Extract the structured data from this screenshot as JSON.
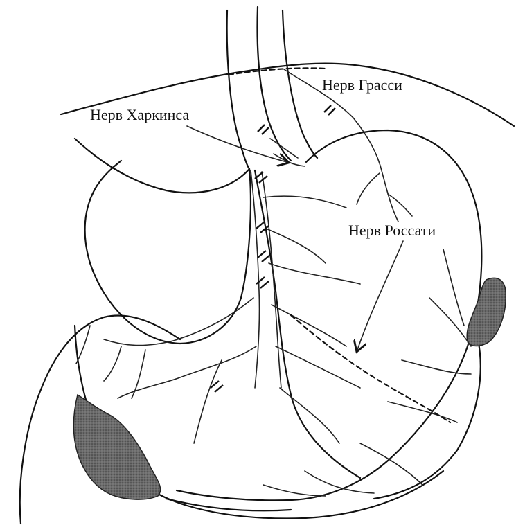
{
  "labels": {
    "grassi": "Нерв Грасси",
    "harkins": "Нерв Харкинса",
    "rossati": "Нерв Россати"
  },
  "colors": {
    "line": "#111111",
    "shaded_organ": "#555555",
    "background": "#ffffff"
  }
}
